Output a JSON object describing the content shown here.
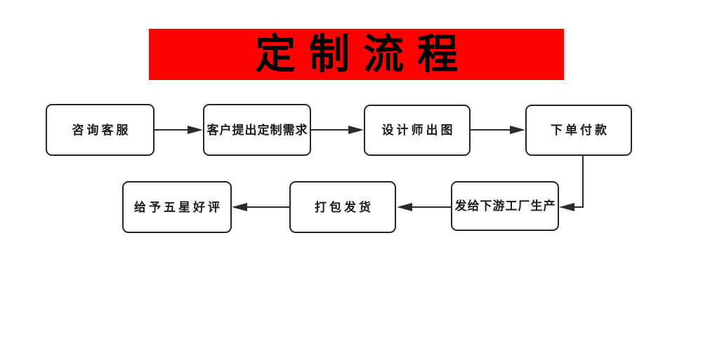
{
  "title": {
    "label": "定制流程"
  },
  "colors": {
    "banner_background": "#fb0303",
    "title_text": "#000000",
    "box_border": "#262626",
    "box_background": "#ffffff",
    "arrow": "#2b2b2b"
  },
  "nodes": [
    {
      "id": "consult-service",
      "label": "咨询客服"
    },
    {
      "id": "customer-request",
      "label": "客户提出定制需求"
    },
    {
      "id": "designer-draft",
      "label": "设计师出图"
    },
    {
      "id": "place-order-pay",
      "label": "下单付款"
    },
    {
      "id": "factory-production",
      "label": "发给下游工厂生产"
    },
    {
      "id": "pack-ship",
      "label": "打包发货"
    },
    {
      "id": "five-star-review",
      "label": "给予五星好评"
    }
  ],
  "edges": [
    {
      "from": "咨询客服",
      "to": "客户提出定制需求",
      "direction": "right"
    },
    {
      "from": "客户提出定制需求",
      "to": "设计师出图",
      "direction": "right"
    },
    {
      "from": "设计师出图",
      "to": "下单付款",
      "direction": "right"
    },
    {
      "from": "下单付款",
      "to": "发给下游工厂生产",
      "direction": "down-left"
    },
    {
      "from": "发给下游工厂生产",
      "to": "打包发货",
      "direction": "left"
    },
    {
      "from": "打包发货",
      "to": "给予五星好评",
      "direction": "left"
    }
  ]
}
